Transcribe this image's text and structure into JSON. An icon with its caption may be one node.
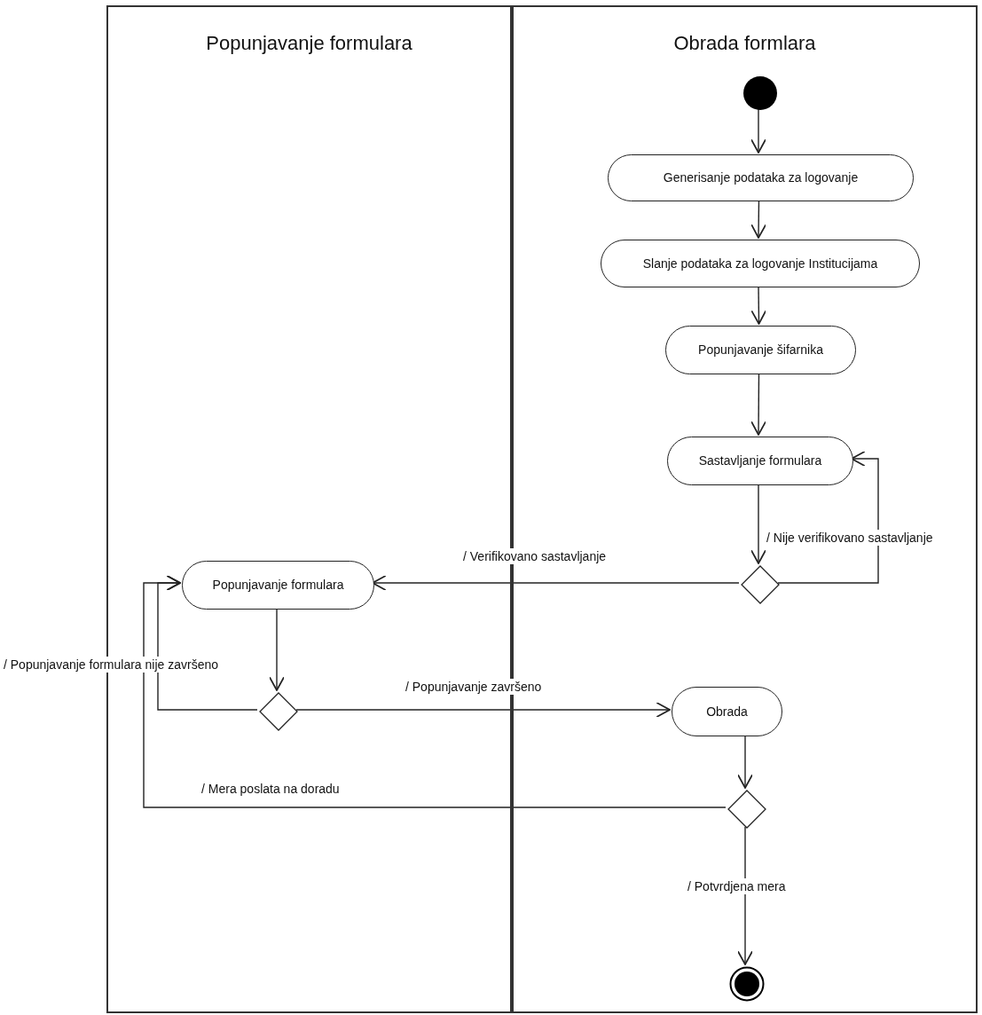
{
  "diagram": {
    "nodes": [
      {
        "text": [
          "Popunjavanje formulara"
        ]
      },
      {
        "text": [
          "Obrada formlara"
        ]
      },
      {
        "text": [],
        "shape": "circle",
        "in": 1
      },
      {
        "text": [
          "Generisanje podataka za logovanje"
        ],
        "in": 1
      },
      {
        "text": [
          "Slanje podataka za logovanje Institucijama"
        ],
        "in": 1
      },
      {
        "text": [
          "Popunjavanje šifarnika"
        ],
        "in": 1
      },
      {
        "text": [
          "Sastavljanje formulara"
        ],
        "in": 1
      },
      {
        "text": [],
        "shape": "diamond",
        "in": 1
      },
      {
        "text": [
          "Popunjavanje formulara"
        ],
        "in": 0
      },
      {
        "text": [],
        "shape": "diamond",
        "in": 0
      },
      {
        "text": [
          "Obrada"
        ],
        "in": 1
      },
      {
        "text": [],
        "shape": "diamond",
        "in": 1
      },
      {
        "text": [],
        "shape": "circle",
        "in": 1
      }
    ],
    "edges": [
      {
        "from": 2,
        "to": 3,
        "arrow": "to"
      },
      {
        "from": 3,
        "to": 4,
        "arrow": "to"
      },
      {
        "from": 4,
        "to": 5,
        "arrow": "to"
      },
      {
        "from": 5,
        "to": 6,
        "arrow": "to"
      },
      {
        "from": 6,
        "to": 7,
        "arrow": "to"
      },
      {
        "from": 7,
        "to": 6,
        "arrow": "to",
        "label": "/ Nije verifikovano sastavljanje"
      },
      {
        "from": 7,
        "to": 8,
        "arrow": "to",
        "label": "/ Verifikovano sastavljanje"
      },
      {
        "from": 8,
        "to": 9,
        "arrow": "to"
      },
      {
        "from": 9,
        "to": 8,
        "arrow": "to",
        "label": "/ Popunjavanje formulara nije završeno"
      },
      {
        "from": 9,
        "to": 10,
        "arrow": "to",
        "label": "/ Popunjavanje završeno"
      },
      {
        "from": 10,
        "to": 11,
        "arrow": "to"
      },
      {
        "from": 11,
        "to": 8,
        "arrow": "to",
        "label": "/ Mera poslata na doradu"
      },
      {
        "from": 11,
        "to": 12,
        "arrow": "to",
        "label": "/ Potvrdjena mera"
      }
    ]
  }
}
